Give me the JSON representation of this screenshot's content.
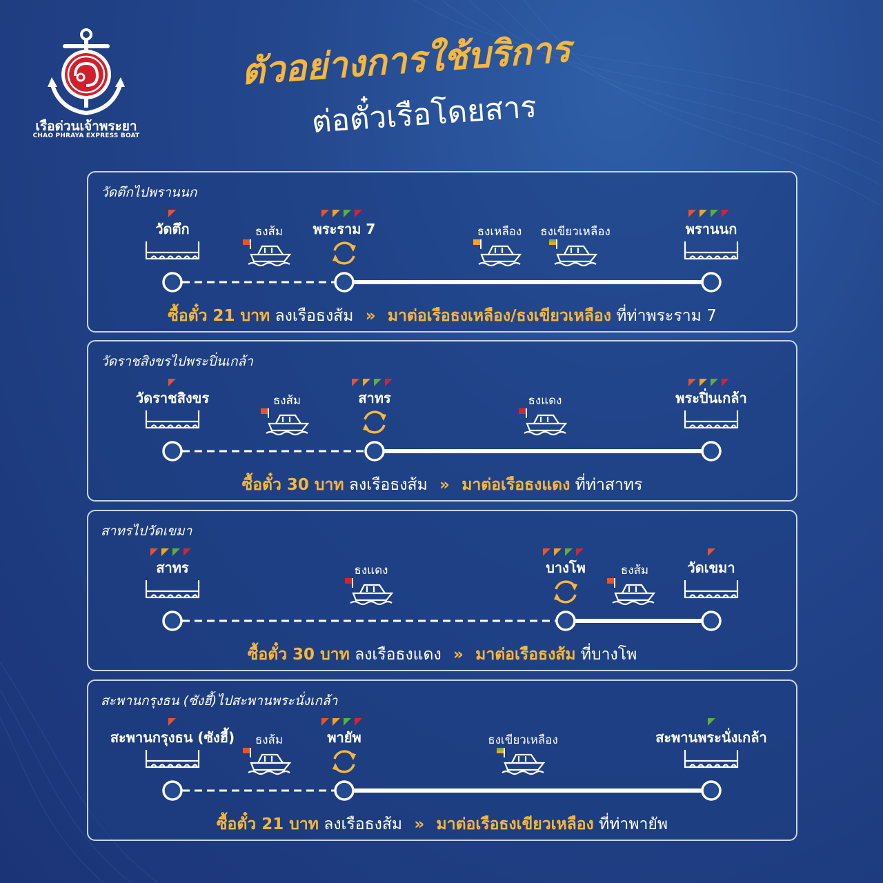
{
  "brand": {
    "name_th": "เรือด่วนเจ้าพระยา",
    "name_en": "CHAO PHRAYA EXPRESS BOAT"
  },
  "title": {
    "line1": "ตัวอย่างการใช้บริการ",
    "line2": "ต่อตั๋วเรือโดยสาร"
  },
  "colors": {
    "accent": "#f6b73c",
    "flag_orange": "#e8542a",
    "flag_yellow": "#f3a325",
    "flag_green": "#5fae3c",
    "flag_red": "#d5232f"
  },
  "routes": [
    {
      "title": "วัดตึกไปพรานนก",
      "stops": {
        "start": "วัดตึก",
        "transfer": "พระราม 7",
        "end": "พรานนก"
      },
      "boats": {
        "first": "ธงส้ม",
        "second": "ธงเหลือง",
        "third": "ธงเขียวเหลือง"
      },
      "caption": {
        "buy": "ซื้อตั๋ว 21 บาท",
        "ride": "ลงเรือธงส้ม",
        "arrow": "»",
        "connect": "มาต่อเรือธงเหลือง/ธงเขียวเหลือง",
        "where": "ที่ท่าพระราม 7"
      }
    },
    {
      "title": "วัดราชสิงขรไปพระปิ่นเกล้า",
      "stops": {
        "start": "วัดราชสิงขร",
        "transfer": "สาทร",
        "end": "พระปิ่นเกล้า"
      },
      "boats": {
        "first": "ธงส้ม",
        "second": "ธงแดง"
      },
      "caption": {
        "buy": "ซื้อตั๋ว 30 บาท",
        "ride": "ลงเรือธงส้ม",
        "arrow": "»",
        "connect": "มาต่อเรือธงแดง",
        "where": "ที่ท่าสาทร"
      }
    },
    {
      "title": "สาทรไปวัดเขมา",
      "stops": {
        "start": "สาทร",
        "transfer": "บางโพ",
        "end": "วัดเขมา"
      },
      "boats": {
        "first": "ธงแดง",
        "second": "ธงส้ม"
      },
      "caption": {
        "buy": "ซื้อตั๋ว 30 บาท",
        "ride": "ลงเรือธงแดง",
        "arrow": "»",
        "connect": "มาต่อเรือธงส้ม",
        "where": "ที่บางโพ"
      }
    },
    {
      "title": "สะพานกรุงธน (ซังฮี้)ไปสะพานพระนั่งเกล้า",
      "stops": {
        "start": "สะพานกรุงธน (ซังฮี้)",
        "transfer": "พายัพ",
        "end": "สะพานพระนั่งเกล้า"
      },
      "boats": {
        "first": "ธงส้ม",
        "second": "ธงเขียวเหลือง"
      },
      "caption": {
        "buy": "ซื้อตั๋ว 21 บาท",
        "ride": "ลงเรือธงส้ม",
        "arrow": "»",
        "connect": "มาต่อเรือธงเขียวเหลือง",
        "where": "ที่ท่าพายัพ"
      }
    }
  ]
}
